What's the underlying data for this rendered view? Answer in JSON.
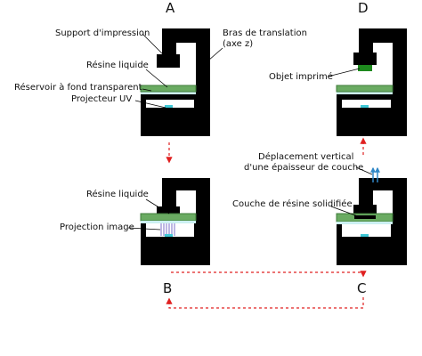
{
  "steps": {
    "a": "A",
    "b": "B",
    "c": "C",
    "d": "D"
  },
  "labels": {
    "support": "Support d'impression",
    "bras_line1": "Bras de translation",
    "bras_line2": "(axe z)",
    "resine_a": "Résine liquide",
    "reservoir": "Réservoir à fond transparent",
    "projecteur": "Projecteur UV",
    "objet": "Objet imprimé",
    "deplacement_line1": "Déplacement vertical",
    "deplacement_line2": "d'une épaisseur de couche",
    "resine_b": "Résine liquide",
    "projection": "Projection image",
    "couche": "Couche de résine solidifiée"
  },
  "colors": {
    "frame": "#000000",
    "resin": "#6aab62",
    "resin_edge": "#3f7d3b",
    "reservoir_floor": "#ccf0f2",
    "projector_light": "#3fc8d6",
    "projection_rays": "#7b6fc9",
    "object": "#1e8a1e",
    "flow_arrow": "#e02020",
    "lift_arrow": "#2f86c6"
  }
}
